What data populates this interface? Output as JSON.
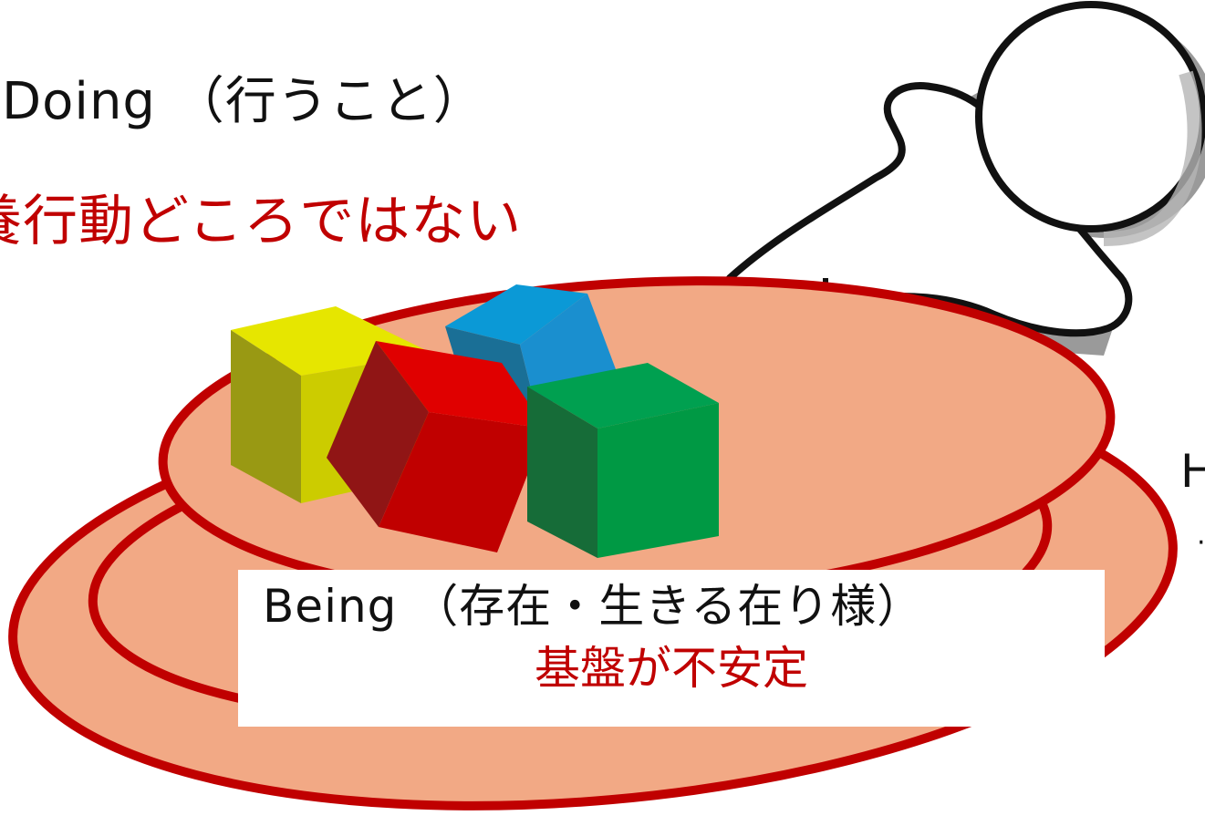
{
  "doing": {
    "title": "Doing （行うこと）",
    "subtitle": "養行動どころではない"
  },
  "being": {
    "title": "Being （存在・生きる在り様）",
    "subtitle": "基盤が不安定"
  },
  "side_text": {
    "letter": "H",
    "fragment": "·"
  },
  "colors": {
    "plate_fill": "#f2a985",
    "plate_stroke": "#c00000",
    "highlight_text": "#c00000",
    "cube_yellow": "#d9d900",
    "cube_blue": "#1a8fcf",
    "cube_red": "#dd0000",
    "cube_green": "#009944"
  },
  "icons": [
    "plate-outer-icon",
    "plate-inner-icon",
    "figure-pushing-icon",
    "yellow-cube-icon",
    "blue-cube-icon",
    "red-cube-icon",
    "green-cube-icon"
  ]
}
